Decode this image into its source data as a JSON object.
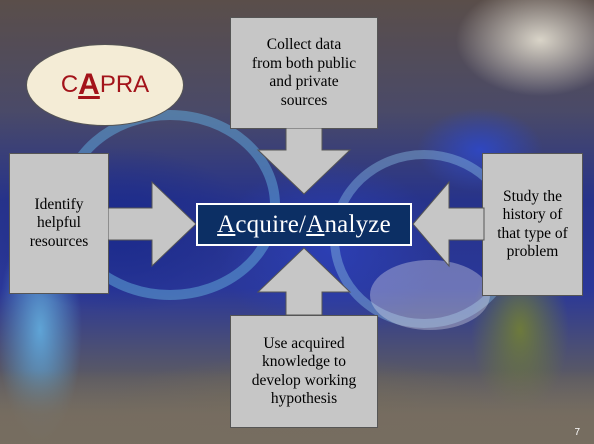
{
  "logo": {
    "prefix": "C",
    "big": "A",
    "suffix": "PRA"
  },
  "center": {
    "a1": "A",
    "rest1": "cquire/",
    "a2": "A",
    "rest2": "nalyze"
  },
  "boxes": {
    "top": [
      "Collect data",
      "from both public",
      "and private",
      "sources"
    ],
    "left": [
      "Identify",
      "helpful",
      "resources"
    ],
    "right": [
      "Study the",
      "history of",
      "that type of",
      "problem"
    ],
    "bottom": [
      "Use acquired",
      "knowledge to",
      "develop working",
      "hypothesis"
    ]
  },
  "page_number": "7"
}
